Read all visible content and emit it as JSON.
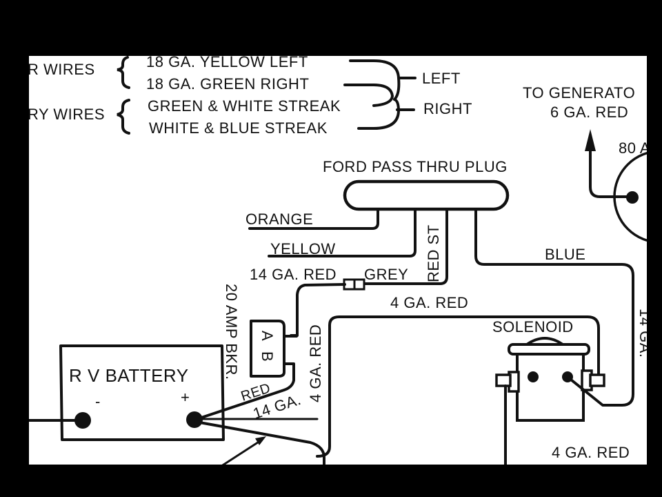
{
  "diagram": {
    "type": "wiring-diagram",
    "wire_groups": [
      {
        "group_label": "R WIRES",
        "wires": [
          "18 GA. YELLOW LEFT",
          "18 GA. GREEN RIGHT"
        ]
      },
      {
        "group_label": "RY WIRES",
        "wires": [
          "GREEN & WHITE STREAK",
          "WHITE & BLUE STREAK"
        ]
      }
    ],
    "outputs": {
      "left": "LEFT",
      "right": "RIGHT"
    },
    "generator": {
      "label_line1": "TO GENERATO",
      "label_line2": "6 GA. RED",
      "amp_label": "80 A"
    },
    "plug": {
      "label": "FORD PASS THRU PLUG",
      "wires": {
        "orange": "ORANGE",
        "yellow": "YELLOW",
        "red_st": "RED ST",
        "blue": "BLUE"
      }
    },
    "fuse_wire": {
      "red": "14 GA. RED",
      "grey": "GREY"
    },
    "breaker": {
      "label": "20 AMP BKR.",
      "terminal_a": "A",
      "terminal_b": "B"
    },
    "wire_labels": {
      "top_4ga_red": "4 GA. RED",
      "vertical_4ga_red": "4 GA. RED",
      "red": "RED",
      "14ga": "14 GA.",
      "right_14ga": "14 GA.",
      "bottom_4ga_red": "4 GA. RED"
    },
    "battery": {
      "label": "R V BATTERY",
      "negative": "-",
      "positive": "+"
    },
    "solenoid": {
      "label": "SOLENOID"
    }
  }
}
